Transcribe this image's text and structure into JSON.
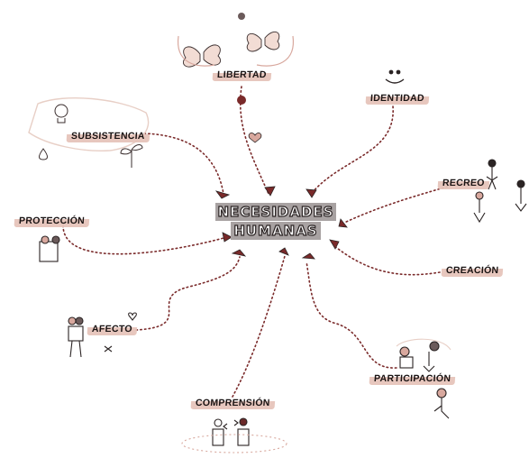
{
  "center": {
    "line1": "NECESIDADES",
    "line2": "HUMANAS"
  },
  "needs": {
    "libertad": "LIBERTAD",
    "identidad": "IDENTIDAD",
    "subsistencia": "SUBSISTENCIA",
    "recreo": "RECREO",
    "proteccion": "PROTECCIÓN",
    "creacion": "CREACIÓN",
    "afecto": "AFECTO",
    "participacion": "PARTICIPACIÓN",
    "comprension": "COMPRENSIÓN"
  },
  "colors": {
    "ink": "#1a1414",
    "accent": "#7a2a2a",
    "blush": "#e6c4ba",
    "center_box": "#a8a2a2"
  }
}
